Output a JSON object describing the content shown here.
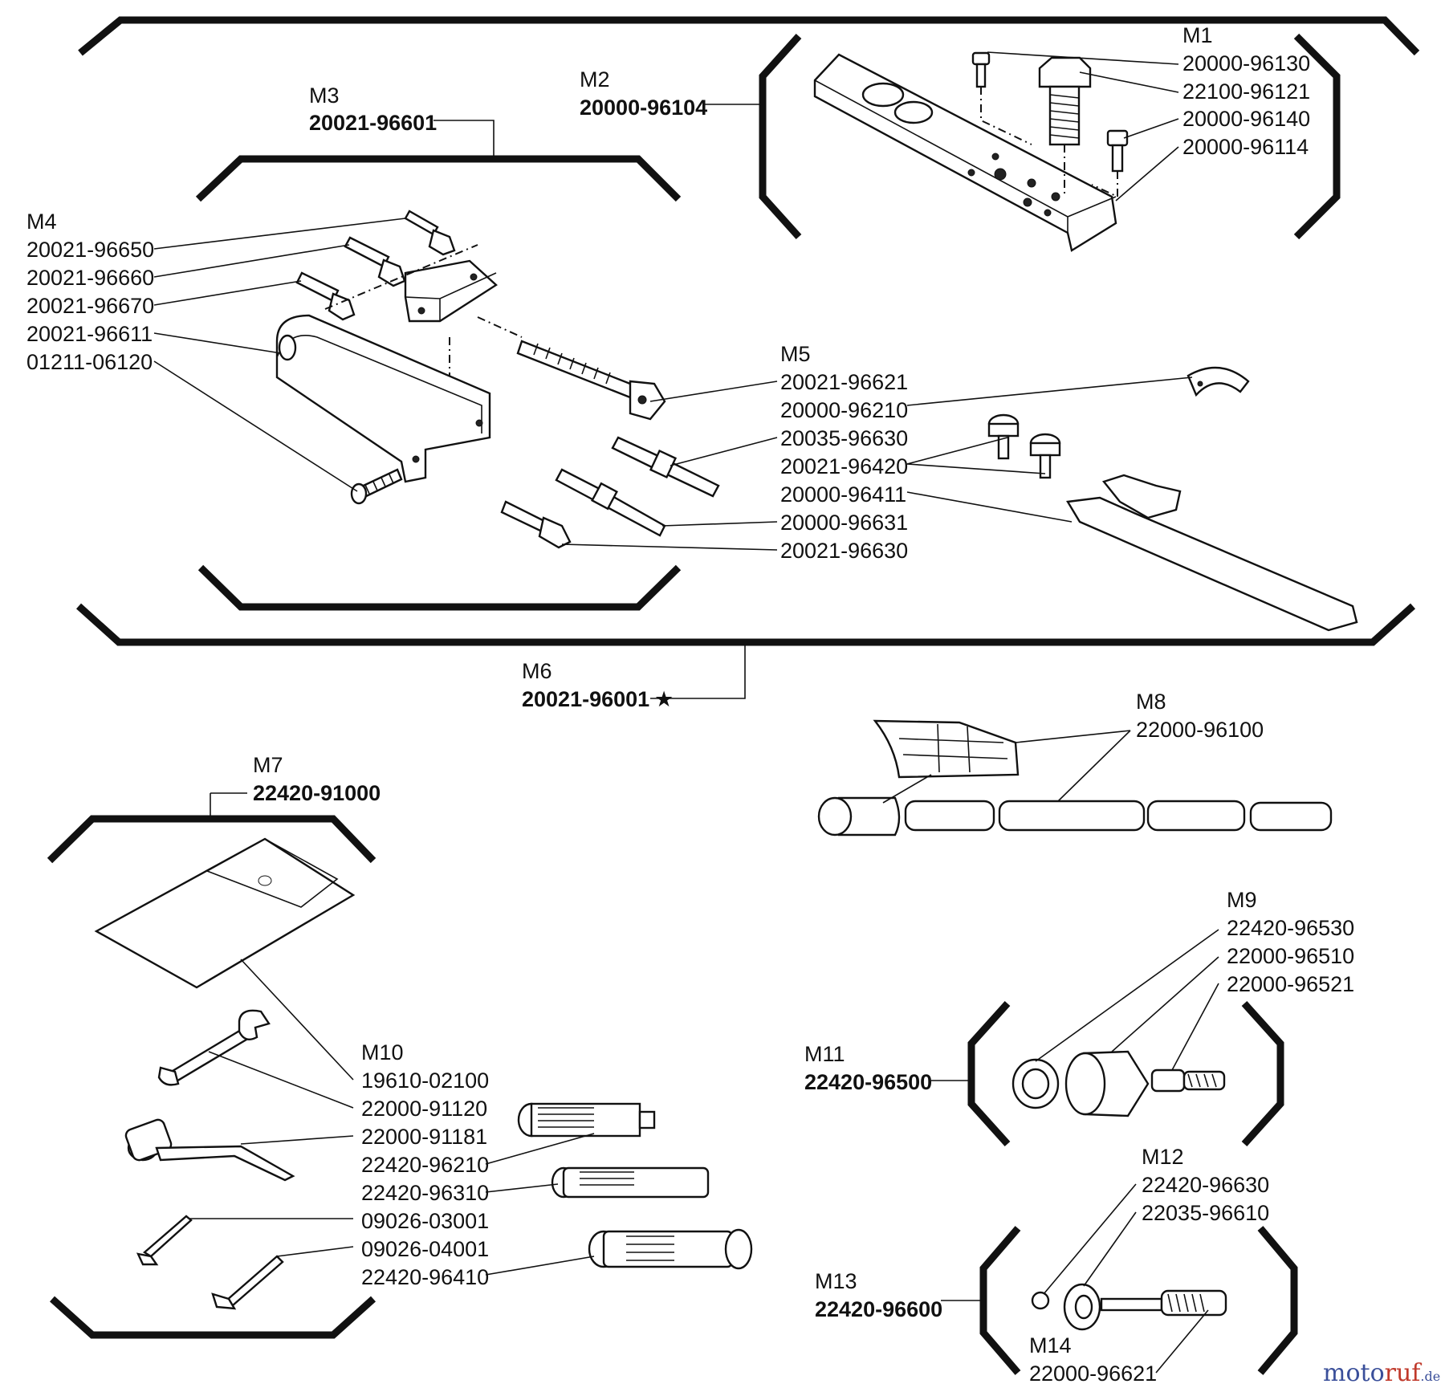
{
  "groups": [
    {
      "id": "M1",
      "parts": [
        "20000-96130",
        "22100-96121",
        "20000-96140",
        "20000-96114"
      ]
    },
    {
      "id": "M2",
      "part": "20000-96104"
    },
    {
      "id": "M3",
      "part": "20021-96601"
    },
    {
      "id": "M4",
      "parts": [
        "20021-96650",
        "20021-96660",
        "20021-96670",
        "20021-96611",
        "01211-06120"
      ]
    },
    {
      "id": "M5",
      "parts": [
        "20021-96621",
        "20000-96210",
        "20035-96630",
        "20021-96420",
        "20000-96411",
        "20000-96631",
        "20021-96630"
      ]
    },
    {
      "id": "M6",
      "part": "20021-96001",
      "mark": "★"
    },
    {
      "id": "M7",
      "part": "22420-91000"
    },
    {
      "id": "M8",
      "part": "22000-96100"
    },
    {
      "id": "M9",
      "parts": [
        "22420-96530",
        "22000-96510",
        "22000-96521"
      ]
    },
    {
      "id": "M10",
      "parts": [
        "19610-02100",
        "22000-91120",
        "22000-91181",
        "22420-96210",
        "22420-96310",
        "09026-03001",
        "09026-04001",
        "22420-96410"
      ]
    },
    {
      "id": "M11",
      "part": "22420-96500"
    },
    {
      "id": "M12",
      "parts": [
        "22420-96630",
        "22035-96610"
      ]
    },
    {
      "id": "M13",
      "part": "22420-96600"
    },
    {
      "id": "M14",
      "part": "22000-96621"
    }
  ],
  "watermark": {
    "brand_a": "moto",
    "brand_b": "ruf",
    "suffix": ".de",
    "color_a": "#3a4f9a",
    "color_b": "#c0392b"
  }
}
